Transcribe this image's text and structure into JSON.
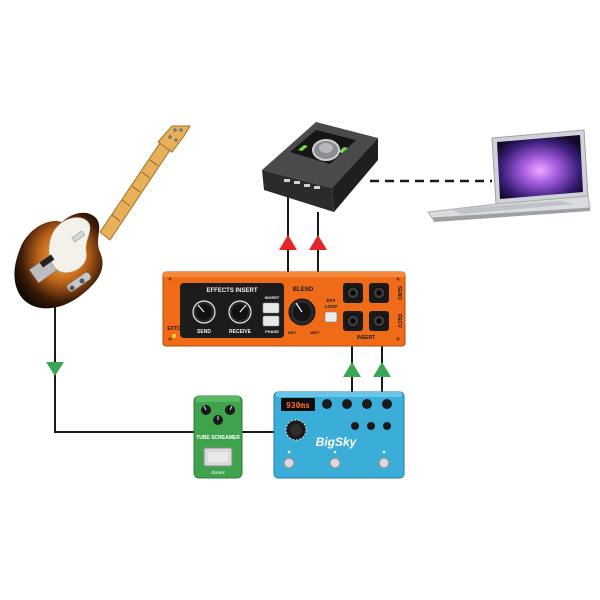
{
  "colors": {
    "cable": "#1a1a1a",
    "arrow_in": "#3aa655",
    "arrow_out": "#e3262b",
    "insert_box": "#f06b17",
    "insert_panel": "#1c1c1c",
    "tube_screamer": "#3fa34d",
    "bigsky": "#3aaed8",
    "interface": "#3a3a3c"
  },
  "effects_insert": {
    "panel_title": "EFFECTS INSERT",
    "send_label": "SEND",
    "receive_label": "RECEIVE",
    "invert_label": "INVERT",
    "phase_label": "PHASE",
    "blend_label": "BLEND",
    "dry_label": "DRY",
    "wet_label": "WET",
    "efx_label": "EFX",
    "loop_label": "LOOP",
    "insert_label": "INSERT",
    "jack_send_label": "SEND",
    "jack_recv_label": "RECV",
    "brand_label": "EXTC"
  },
  "tube_screamer": {
    "name": "TUBE SCREAMER",
    "brand": "Ibanez"
  },
  "bigsky": {
    "display": "930ms",
    "name": "BigSky"
  },
  "icons": {
    "guitar": "electric-guitar-icon",
    "interface": "audio-interface-icon",
    "laptop": "laptop-icon"
  }
}
